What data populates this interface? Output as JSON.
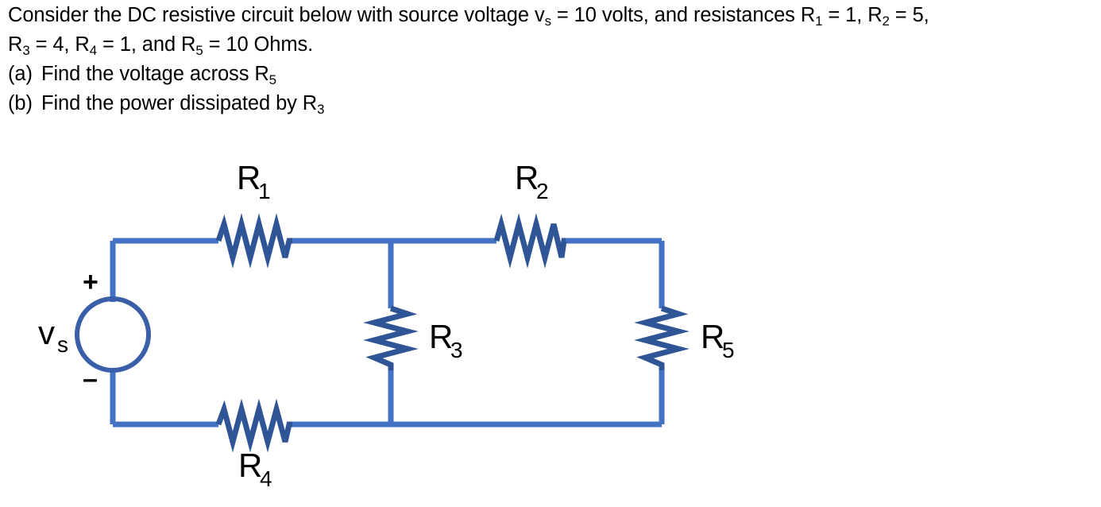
{
  "problem": {
    "line1": "Consider the DC resistive circuit below with source voltage v",
    "line1_sub": "s",
    "line1_cont": " = 10 volts, and resistances R",
    "line1_sub2": "1",
    "line1_cont2": " = 1, R",
    "line1_sub3": "2",
    "line1_cont3": " = 5,",
    "line2_a": "R",
    "line2_sub_a": "3",
    "line2_b": " = 4, R",
    "line2_sub_b": "4",
    "line2_c": " = 1, and R",
    "line2_sub_c": "5",
    "line2_d": " = 10 Ohms.",
    "item_a_marker": "(a)",
    "item_a_text": "Find the voltage across R",
    "item_a_sub": "5",
    "item_b_marker": "(b)",
    "item_b_text": "Find the power dissipated by R",
    "item_b_sub": "3"
  },
  "circuit": {
    "title": "DC resistive circuit",
    "source": {
      "label": "v",
      "label_sub": "s",
      "plus": "+",
      "minus": "–"
    },
    "resistors": [
      {
        "id": "R1",
        "label": "R",
        "sub": "1",
        "orientation": "horizontal"
      },
      {
        "id": "R2",
        "label": "R",
        "sub": "2",
        "orientation": "horizontal"
      },
      {
        "id": "R3",
        "label": "R",
        "sub": "3",
        "orientation": "vertical"
      },
      {
        "id": "R4",
        "label": "R",
        "sub": "4",
        "orientation": "horizontal"
      },
      {
        "id": "R5",
        "label": "R",
        "sub": "5",
        "orientation": "vertical"
      }
    ],
    "colors": {
      "wire": "#4472C4",
      "resistor": "#2F5597",
      "text": "#000000",
      "background": "#FFFFFF"
    }
  }
}
